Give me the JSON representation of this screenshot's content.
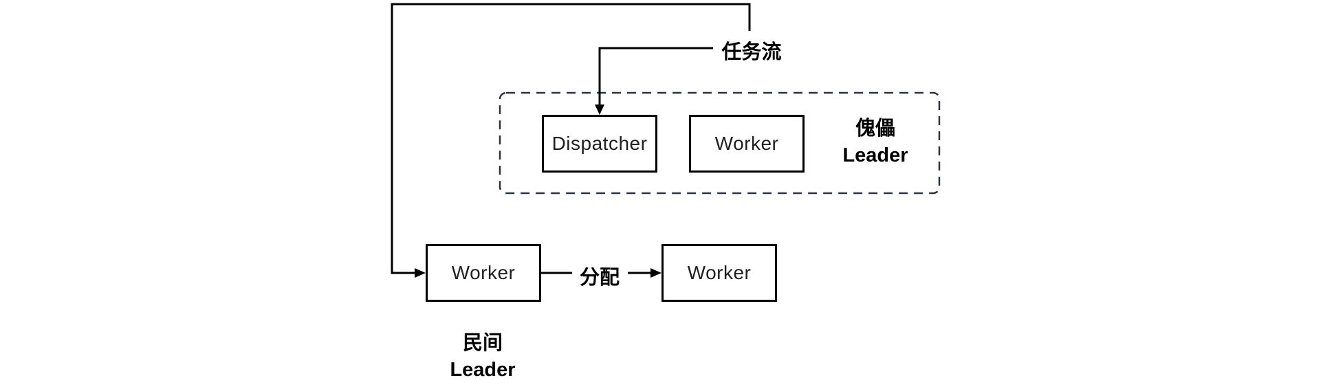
{
  "diagram": {
    "colors": {
      "line": "#000000",
      "box_border": "#000000",
      "box_fill": "#ffffff",
      "dashed_border": "#2b3342",
      "box_text": "#1f1f1f",
      "label_text": "#000000",
      "background": "#ffffff"
    },
    "labels": {
      "task_flow": "任务流",
      "dispatch": "分配"
    },
    "groups": {
      "puppet_leader": {
        "line1": "傀儡",
        "line2": "Leader"
      },
      "folk_leader": {
        "line1": "民间",
        "line2": "Leader"
      }
    },
    "nodes": {
      "dispatcher": {
        "label": "Dispatcher"
      },
      "worker_top": {
        "label": "Worker"
      },
      "worker_left": {
        "label": "Worker"
      },
      "worker_right": {
        "label": "Worker"
      }
    }
  }
}
